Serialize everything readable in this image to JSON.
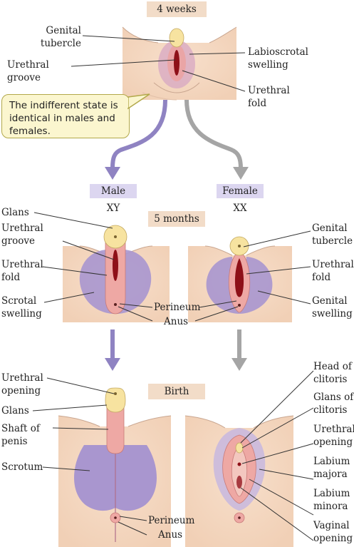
{
  "stages": {
    "week4": "4 weeks",
    "month5": "5 months",
    "birth": "Birth"
  },
  "sexes": {
    "male": {
      "label": "Male",
      "karyotype": "XY"
    },
    "female": {
      "label": "Female",
      "karyotype": "XX"
    }
  },
  "note": "The indifferent state is identical in males and females.",
  "labels": {
    "w4_genital_tubercle": "Genital\ntubercle",
    "w4_urethral_groove": "Urethral\ngroove",
    "w4_labioscrotal": "Labioscrotal\nswelling",
    "w4_urethral_fold": "Urethral\nfold",
    "m5m_glans": "Glans",
    "m5m_urethral_groove": "Urethral\ngroove",
    "m5m_urethral_fold": "Urethral\nfold",
    "m5m_scrotal": "Scrotal\nswelling",
    "m5_perineum": "Perineum",
    "m5_anus": "Anus",
    "m5f_genital_tubercle": "Genital\ntubercle",
    "m5f_urethral_fold": "Urethral\nfold",
    "m5f_genital_swelling": "Genital\nswelling",
    "bm_urethral_opening": "Urethral\nopening",
    "bm_glans": "Glans",
    "bm_shaft": "Shaft of\npenis",
    "bm_scrotum": "Scrotum",
    "b_perineum": "Perineum",
    "b_anus": "Anus",
    "bf_head_clitoris": "Head of\nclitoris",
    "bf_glans_clitoris": "Glans of\nclitoris",
    "bf_urethral_opening": "Urethral\nopening",
    "bf_labium_majora": "Labium\nmajora",
    "bf_labium_minora": "Labium\nminora",
    "bf_vaginal_opening": "Vaginal\nopening"
  },
  "colors": {
    "skin": "#f6dcc6",
    "skin_line": "#c9a690",
    "purple": "#a996cf",
    "pink": "#eea8a4",
    "dark_red": "#8e1018",
    "glans": "#f7e3a0",
    "male_arrow": "#8f83c2",
    "female_arrow": "#a5a5a5"
  }
}
